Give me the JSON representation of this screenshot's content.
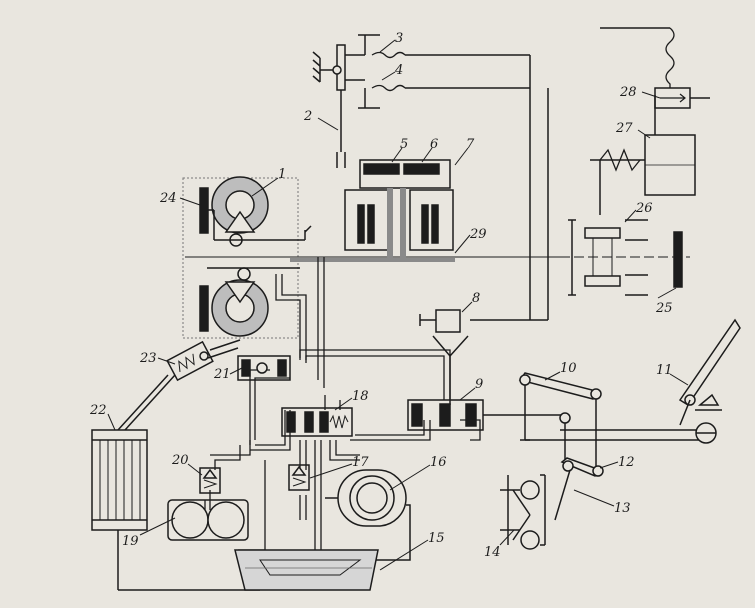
{
  "colors": {
    "paper": "#e9e6df",
    "ink": "#1c1c1c",
    "hatch": "#6f6f6f",
    "fluid": "#cfcfcf"
  },
  "labels": {
    "l1": "1",
    "l2": "2",
    "l3": "3",
    "l4": "4",
    "l5": "5",
    "l6": "6",
    "l7": "7",
    "l8": "8",
    "l9": "9",
    "l10": "10",
    "l11": "11",
    "l12": "12",
    "l13": "13",
    "l14": "14",
    "l15": "15",
    "l16": "16",
    "l17": "17",
    "l18": "18",
    "l19": "19",
    "l20": "20",
    "l21": "21",
    "l22": "22",
    "l23": "23",
    "l24": "24",
    "l25": "25",
    "l26": "26",
    "l27": "27",
    "l28": "28",
    "l29": "29"
  }
}
